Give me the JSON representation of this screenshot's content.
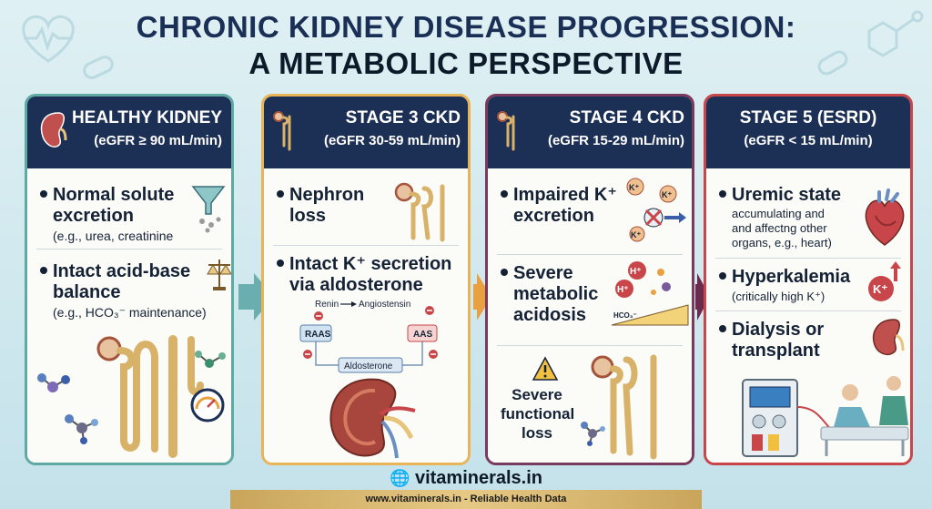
{
  "title": {
    "line1": "CHRONIC KIDNEY DISEASE PROGRESSION:",
    "line2": "A METABOLIC PERSPECTIVE"
  },
  "cards": [
    {
      "title": "HEALTHY KIDNEY",
      "subtitle": "(eGFR ≥ 90 mL/min)",
      "points": [
        {
          "text_l1": "Normal solute",
          "text_l2": "excretion",
          "note": "(e.g., urea, creatinine"
        },
        {
          "text_l1": "Intact acid-base",
          "text_l2": "balance",
          "note": "(e.g., HCO₃⁻ maintenance)"
        }
      ],
      "color": "#5ea9a3"
    },
    {
      "title": "STAGE 3 CKD",
      "subtitle": "(eGFR 30-59 mL/min)",
      "points": [
        {
          "text_l1": "Nephron",
          "text_l2": "loss"
        },
        {
          "text_l1": "Intact K⁺ secretion",
          "text_l2": "via aldosterone"
        }
      ],
      "diagram": {
        "renin": "Renin",
        "angiotensin": "Angiostensin",
        "raas": "RAAS",
        "aas": "AAS",
        "aldosterone": "Aldosterone"
      },
      "color": "#e8b458"
    },
    {
      "title": "STAGE 4 CKD",
      "subtitle": "(eGFR 15-29 mL/min)",
      "points": [
        {
          "text_l1": "Impaired K⁺",
          "text_l2": "excretion"
        },
        {
          "text_l1": "Severe",
          "text_l2": "metabolic",
          "text_l3": "acidosis"
        },
        {
          "text_l1": "Severe",
          "text_l2": "functional",
          "text_l3": "loss"
        }
      ],
      "icons": {
        "k": "K⁺",
        "h": "H⁺",
        "hco3": "HCO₃⁻"
      },
      "color": "#7a3a5e"
    },
    {
      "title": "STAGE 5 (ESRD)",
      "subtitle": "(eGFR < 15 mL/min)",
      "points": [
        {
          "text_l1": "Uremic state",
          "note_l1": "accumulating and",
          "note_l2": "and affectng other",
          "note_l3": "organs, e.g., heart)"
        },
        {
          "text_l1": "Hyperkalemia",
          "note_l1": "(critically high K⁺)"
        },
        {
          "text_l1": "Dialysis or",
          "text_l2": "transplant"
        }
      ],
      "icons": {
        "k": "K⁺"
      },
      "color": "#c8454a"
    }
  ],
  "footer": {
    "brand": "vitaminerals.in",
    "tagline": "www.vitaminerals.in - Reliable Health Data"
  }
}
